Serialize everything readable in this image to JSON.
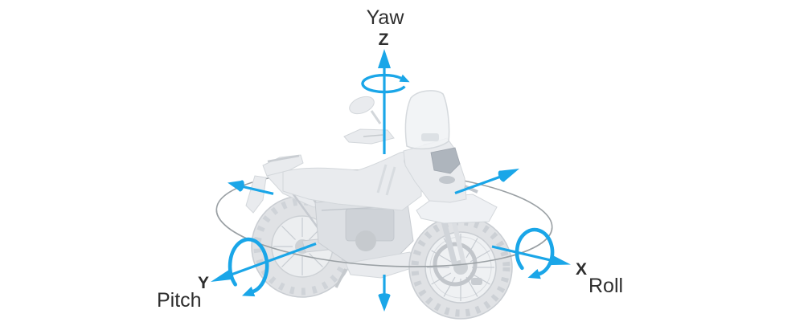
{
  "diagram": {
    "labels": {
      "yaw": "Yaw",
      "yaw_axis": "Z",
      "pitch": "Pitch",
      "pitch_axis": "Y",
      "roll": "Roll",
      "roll_axis": "X"
    },
    "colors": {
      "accent": "#1aa6e8",
      "label_text": "#2e2e2e",
      "ground_ring": "#9aa0a4",
      "bike_body": "#e9ebee",
      "bike_outline": "#d3d7db"
    }
  }
}
